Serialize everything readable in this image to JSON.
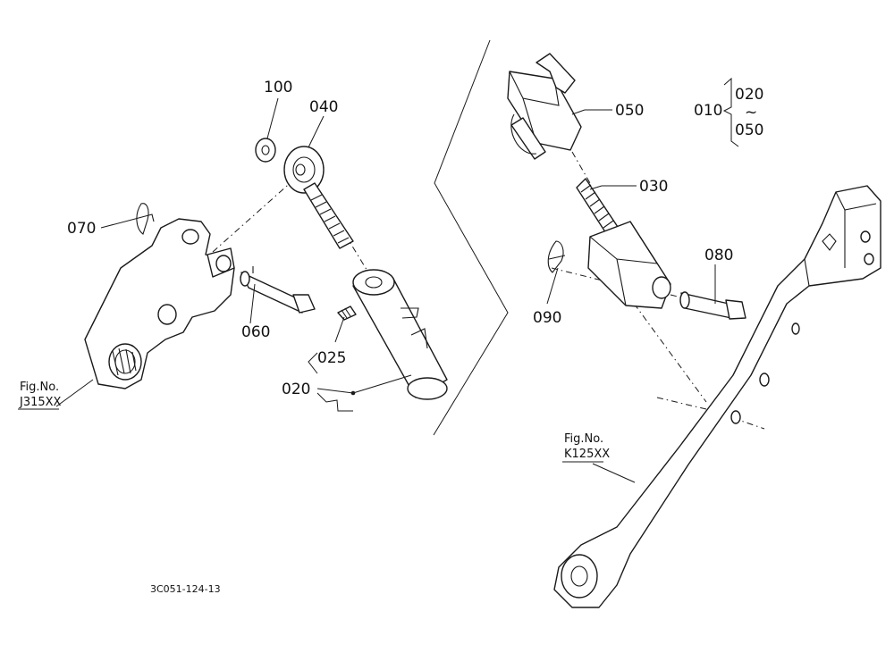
{
  "callouts": {
    "p100": "100",
    "p040": "040",
    "p070": "070",
    "p060": "060",
    "p025": "025",
    "p020": "020",
    "p050": "050",
    "p030": "030",
    "p080": "080",
    "p090": "090",
    "p010": "010",
    "range_start": "020",
    "range_tilde": "~",
    "range_end": "050"
  },
  "references": {
    "left_fig_label": "Fig.No.",
    "left_fig_code": "J315XX",
    "right_fig_label": "Fig.No.",
    "right_fig_code": "K125XX"
  },
  "drawing_code": "3C051-124-13"
}
